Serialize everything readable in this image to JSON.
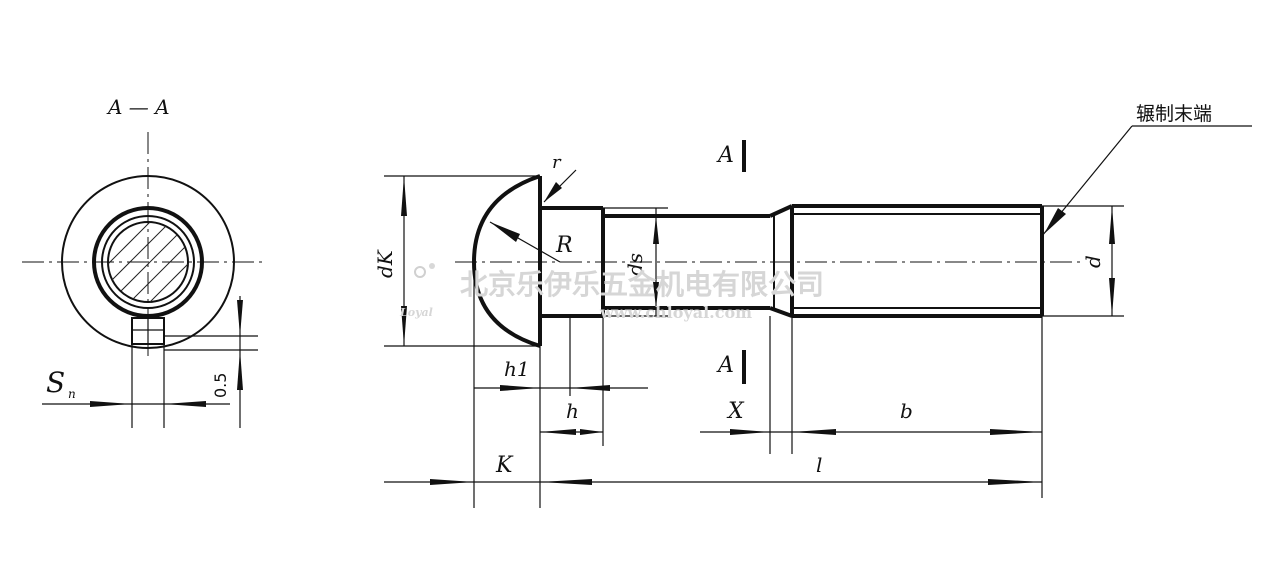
{
  "section_view": {
    "title": "A — A",
    "label_s": "S",
    "label_s_sub": "n",
    "label_offset": "0.5"
  },
  "main_view": {
    "section_marker_top": "A",
    "section_marker_bottom": "A",
    "label_r_small": "r",
    "label_r_big": "R",
    "label_dk": "dK",
    "label_ds": "ds",
    "label_d": "d",
    "label_h1": "h1",
    "label_h": "h",
    "label_x": "X",
    "label_b": "b",
    "label_k": "K",
    "label_l": "l",
    "callout": "辗制末端"
  },
  "watermark": {
    "company": "北京乐伊乐五金机电有限公司",
    "url": "www.chloyal.com",
    "logo_text": "Loyal"
  }
}
